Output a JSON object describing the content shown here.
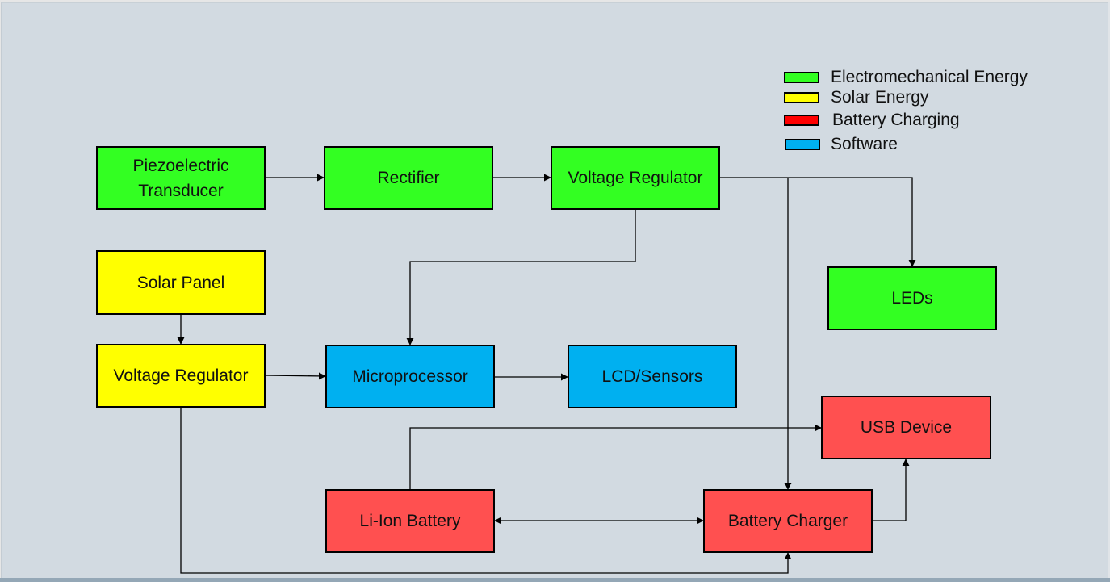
{
  "colors": {
    "electromechanical": "#33ff22",
    "solar": "#ffff00",
    "battery_charging": "#ff5050",
    "software": "#00b0f0",
    "legend_battery_charging": "#ff0000",
    "line": "#000000",
    "background": "#d2dae1"
  },
  "legend": [
    {
      "label": "Electromechanical Energy",
      "color_key": "electromechanical"
    },
    {
      "label": "Solar Energy",
      "color_key": "solar"
    },
    {
      "label": "Battery Charging",
      "color_key": "legend_battery_charging"
    },
    {
      "label": "Software",
      "color_key": "software"
    }
  ],
  "blocks": {
    "piezo": {
      "label": "Piezoelectric\nTransducer",
      "category": "electromechanical"
    },
    "rectifier": {
      "label": "Rectifier",
      "category": "electromechanical"
    },
    "vreg_main": {
      "label": "Voltage Regulator",
      "category": "electromechanical"
    },
    "leds": {
      "label": "LEDs",
      "category": "electromechanical"
    },
    "solar_panel": {
      "label": "Solar Panel",
      "category": "solar"
    },
    "vreg_solar": {
      "label": "Voltage Regulator",
      "category": "solar"
    },
    "microprocessor": {
      "label": "Microprocessor",
      "category": "software"
    },
    "lcd": {
      "label": "LCD/Sensors",
      "category": "software"
    },
    "usb": {
      "label": "USB Device",
      "category": "battery_charging"
    },
    "battery": {
      "label": "Li-Ion Battery",
      "category": "battery_charging"
    },
    "charger": {
      "label": "Battery Charger",
      "category": "battery_charging"
    }
  },
  "connections": [
    {
      "from": "Piezoelectric Transducer",
      "to": "Rectifier"
    },
    {
      "from": "Rectifier",
      "to": "Voltage Regulator"
    },
    {
      "from": "Voltage Regulator",
      "to": "LEDs"
    },
    {
      "from": "Voltage Regulator",
      "to": "Microprocessor"
    },
    {
      "from": "Voltage Regulator",
      "to": "Battery Charger"
    },
    {
      "from": "Solar Panel",
      "to": "Voltage Regulator (solar)"
    },
    {
      "from": "Voltage Regulator (solar)",
      "to": "Microprocessor"
    },
    {
      "from": "Voltage Regulator (solar)",
      "to": "Battery Charger"
    },
    {
      "from": "Microprocessor",
      "to": "LCD/Sensors"
    },
    {
      "from": "Li-Ion Battery",
      "to": "USB Device"
    },
    {
      "from": "Li-Ion Battery",
      "to": "Battery Charger",
      "bidirectional": true
    },
    {
      "from": "Battery Charger",
      "to": "USB Device"
    }
  ]
}
